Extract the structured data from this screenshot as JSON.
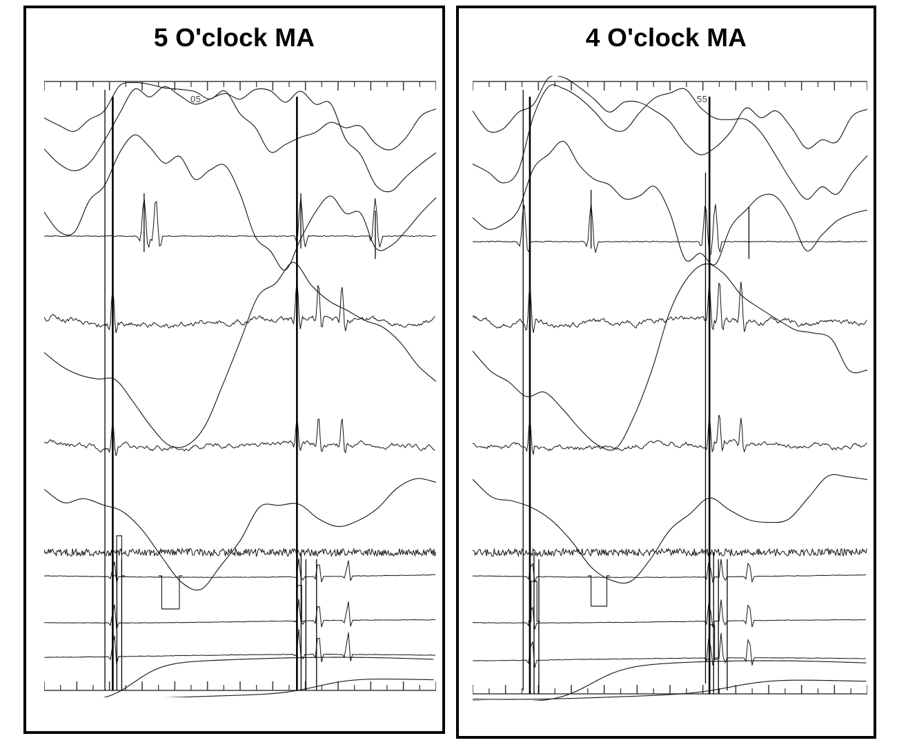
{
  "figure": {
    "type": "multi-channel-physiological-trace",
    "background_color": "#ffffff",
    "trace_color": "#1a1a1a",
    "border_color": "#000000",
    "axis_color": "#3c3c3c",
    "label_color": "#3a3a3a",
    "panel_count": 2
  },
  "panels": [
    {
      "id": "left",
      "title": "5 O'clock MA",
      "epoch_label": "05",
      "axis": {
        "top_ticks": 24,
        "bottom_ticks": 24,
        "major_tick_every": 2,
        "grid": false,
        "tick_labels": []
      },
      "channels": [
        {
          "name": "channel-1",
          "style": "smooth"
        },
        {
          "name": "channel-2",
          "style": "smooth"
        },
        {
          "name": "channel-3",
          "style": "smooth"
        },
        {
          "name": "channel-4",
          "style": "baseline-spikes"
        },
        {
          "name": "channel-5",
          "style": "noisy"
        },
        {
          "name": "channel-6",
          "style": "noisy"
        },
        {
          "name": "channel-7",
          "style": "smooth-deflection"
        },
        {
          "name": "channel-8",
          "style": "high-frequency-noise"
        },
        {
          "name": "channel-9",
          "style": "flat-baseline-spikes"
        },
        {
          "name": "channel-10",
          "style": "flat-baseline-spikes"
        },
        {
          "name": "channel-11",
          "style": "flat-baseline-spikes"
        },
        {
          "name": "channel-12",
          "style": "slow-drift"
        },
        {
          "name": "channel-13",
          "style": "slow-drift"
        }
      ],
      "artifact_markers": [
        {
          "name": "marker-a",
          "x_fraction": 0.175,
          "kind": "vertical-bar"
        },
        {
          "name": "marker-b",
          "x_fraction": 0.645,
          "kind": "vertical-bar"
        }
      ]
    },
    {
      "id": "right",
      "title": "4 O'clock MA",
      "epoch_label": "55",
      "axis": {
        "top_ticks": 24,
        "bottom_ticks": 24,
        "major_tick_every": 2,
        "grid": false,
        "tick_labels": []
      },
      "channels": [
        {
          "name": "channel-1",
          "style": "smooth"
        },
        {
          "name": "channel-2",
          "style": "smooth"
        },
        {
          "name": "channel-3",
          "style": "smooth"
        },
        {
          "name": "channel-4",
          "style": "baseline-spikes"
        },
        {
          "name": "channel-5",
          "style": "noisy"
        },
        {
          "name": "channel-6",
          "style": "noisy"
        },
        {
          "name": "channel-7",
          "style": "smooth-deflection"
        },
        {
          "name": "channel-8",
          "style": "high-frequency-noise"
        },
        {
          "name": "channel-9",
          "style": "flat-baseline-spikes"
        },
        {
          "name": "channel-10",
          "style": "flat-baseline-spikes"
        },
        {
          "name": "channel-11",
          "style": "flat-baseline-spikes"
        },
        {
          "name": "channel-12",
          "style": "slow-drift"
        },
        {
          "name": "channel-13",
          "style": "slow-drift"
        }
      ],
      "artifact_markers": [
        {
          "name": "marker-a",
          "x_fraction": 0.145,
          "kind": "vertical-bar"
        },
        {
          "name": "marker-b",
          "x_fraction": 0.6,
          "kind": "vertical-bar"
        }
      ]
    }
  ]
}
